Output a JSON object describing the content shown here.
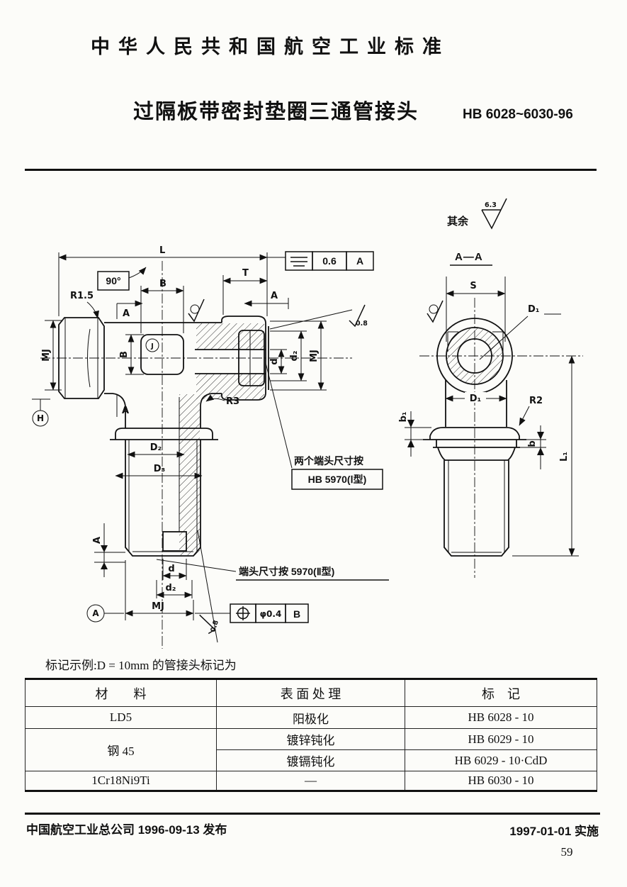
{
  "header": {
    "title": "中华人民共和国航空工业标准",
    "subtitle": "过隔板带密封垫圈三通管接头",
    "standard_no": "HB 6028~6030-96"
  },
  "drawing": {
    "general_roughness": {
      "prefix": "其余",
      "value": "6.3"
    },
    "section_title": "A—A",
    "labels": {
      "L": "L",
      "T": "T",
      "B": "B",
      "angle": "90°",
      "A": "A",
      "R15": "R1.5",
      "R3": "R3",
      "MJ": "MJ",
      "J": "J",
      "H": "H",
      "d": "d",
      "d2": "d₂",
      "D1": "D₁",
      "D2": "D₂",
      "D3": "D₃",
      "S": "S",
      "R2": "R2",
      "b": "b",
      "b1": "b₁",
      "L1": "L₁",
      "rough08": "0.8"
    },
    "tolerance_parallel": {
      "value": "0.6",
      "datum": "A"
    },
    "tolerance_position": {
      "value": "φ0.4",
      "datum": "B"
    },
    "callout_ends_line1": "两个端头尺寸按",
    "callout_ends_line2": "HB 5970(Ⅰ型)",
    "callout_end2": "端头尺寸按 5970(Ⅱ型)"
  },
  "example_note": "标记示例:D = 10mm 的管接头标记为",
  "table": {
    "headers": [
      "材　　料",
      "表 面 处 理",
      "标　记"
    ],
    "rows": [
      {
        "material": "LD5",
        "treatment": "阳极化",
        "mark": "HB 6028 - 10"
      },
      {
        "material": "钢 45",
        "treatment": "镀锌钝化",
        "mark": "HB 6029 - 10"
      },
      {
        "material": "",
        "treatment": "镀镉钝化",
        "mark": "HB 6029 - 10·CdD"
      },
      {
        "material": "1Cr18Ni9Ti",
        "treatment": "—",
        "mark": "HB 6030 - 10"
      }
    ]
  },
  "footer": {
    "issued": "中国航空工业总公司 1996-09-13 发布",
    "effective": "1997-01-01 实施",
    "page_number": "59"
  }
}
